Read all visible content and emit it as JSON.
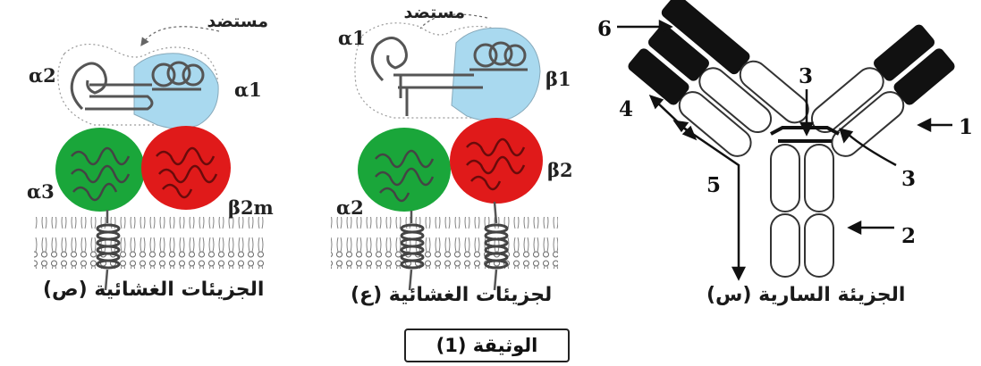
{
  "panels": {
    "left": {
      "antigen_label": "مستضد",
      "chain_labels": {
        "a2": "α2",
        "a1": "α1",
        "a3": "α3",
        "b2m": "β2m"
      },
      "caption": "الجزيئات الغشائية (ص)"
    },
    "middle": {
      "antigen_label": "مستضد",
      "chain_labels": {
        "a1": "α1",
        "b1": "β1",
        "a2": "α2",
        "b2": "β2"
      },
      "caption": "لجزيئات الغشائية (ع)"
    },
    "right": {
      "numbers": {
        "n1": "1",
        "n2": "2",
        "n3a": "3",
        "n3b": "3",
        "n4": "4",
        "n5": "5",
        "n6": "6"
      },
      "caption": "الجزيئة السارية (س)"
    }
  },
  "document_label": "الوثيقة (1)",
  "colors": {
    "blue_domain": "#a9d9ef",
    "green_domain": "#1aa63a",
    "red_domain": "#e01a1a",
    "antibody_tip": "#111111"
  }
}
